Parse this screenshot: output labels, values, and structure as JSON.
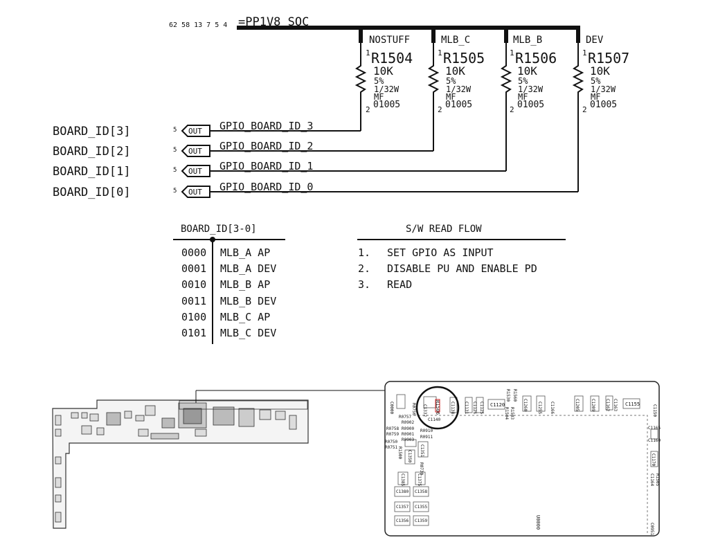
{
  "power_rail": {
    "refs": "62 58 13 7 5 4",
    "name": "=PP1V8_SOC"
  },
  "resistors": [
    {
      "variant": "NOSTUFF",
      "ref": "R1504",
      "value": "10K",
      "tol": "5%",
      "power": "1/32W",
      "type": "MF",
      "pkg": "01005",
      "pin1": "1",
      "pin2": "2"
    },
    {
      "variant": "MLB_C",
      "ref": "R1505",
      "value": "10K",
      "tol": "5%",
      "power": "1/32W",
      "type": "MF",
      "pkg": "01005",
      "pin1": "1",
      "pin2": "2"
    },
    {
      "variant": "MLB_B",
      "ref": "R1506",
      "value": "10K",
      "tol": "5%",
      "power": "1/32W",
      "type": "MF",
      "pkg": "01005",
      "pin1": "1",
      "pin2": "2"
    },
    {
      "variant": "DEV",
      "ref": "R1507",
      "value": "10K",
      "tol": "5%",
      "power": "1/32W",
      "type": "MF",
      "pkg": "01005",
      "pin1": "1",
      "pin2": "2"
    }
  ],
  "outputs": [
    {
      "net": "BOARD_ID[3]",
      "page": "5",
      "port": "OUT",
      "signal": "GPIO_BOARD_ID_3"
    },
    {
      "net": "BOARD_ID[2]",
      "page": "5",
      "port": "OUT",
      "signal": "GPIO_BOARD_ID_2"
    },
    {
      "net": "BOARD_ID[1]",
      "page": "5",
      "port": "OUT",
      "signal": "GPIO_BOARD_ID_1"
    },
    {
      "net": "BOARD_ID[0]",
      "page": "5",
      "port": "OUT",
      "signal": "GPIO_BOARD_ID_0"
    }
  ],
  "board_table": {
    "header": "BOARD_ID[3-0]",
    "rows": [
      {
        "code": "0000",
        "board": "MLB_A AP"
      },
      {
        "code": "0001",
        "board": "MLB_A DEV"
      },
      {
        "code": "0010",
        "board": "MLB_B AP"
      },
      {
        "code": "0011",
        "board": "MLB_B DEV"
      },
      {
        "code": "0100",
        "board": "MLB_C AP"
      },
      {
        "code": "0101",
        "board": "MLB_C DEV"
      }
    ]
  },
  "read_flow": {
    "header": "S/W READ FLOW",
    "steps": [
      {
        "num": "1.",
        "text": "SET GPIO AS INPUT"
      },
      {
        "num": "2.",
        "text": "DISABLE PU AND ENABLE PD"
      },
      {
        "num": "3.",
        "text": "READ"
      }
    ]
  },
  "pcb_zoom": {
    "labels": [
      "C0000",
      "R0756",
      "C1332",
      "C1138",
      "C1131",
      "C1126",
      "C1125",
      "C1120",
      "R1530",
      "R1560",
      "R1503",
      "R1504",
      "C1260",
      "C1255",
      "C1166",
      "C1205",
      "C1209",
      "C1162",
      "C1163",
      "C1155",
      "C1150",
      "R0757",
      "R0902",
      "R0758",
      "R0900",
      "R0759",
      "R0901",
      "R0903",
      "R0910",
      "R0911",
      "R0750",
      "R0751",
      "R1500",
      "C1350",
      "C1351",
      "R0730",
      "C1385",
      "C1375",
      "C1380",
      "C1358",
      "C1357",
      "C1355",
      "C1356",
      "C1359",
      "U0000",
      "C1165",
      "C1160",
      "C1170",
      "C1164",
      "C1167",
      "C0951",
      "C1140",
      "R1506"
    ],
    "highlight": "R1506"
  }
}
